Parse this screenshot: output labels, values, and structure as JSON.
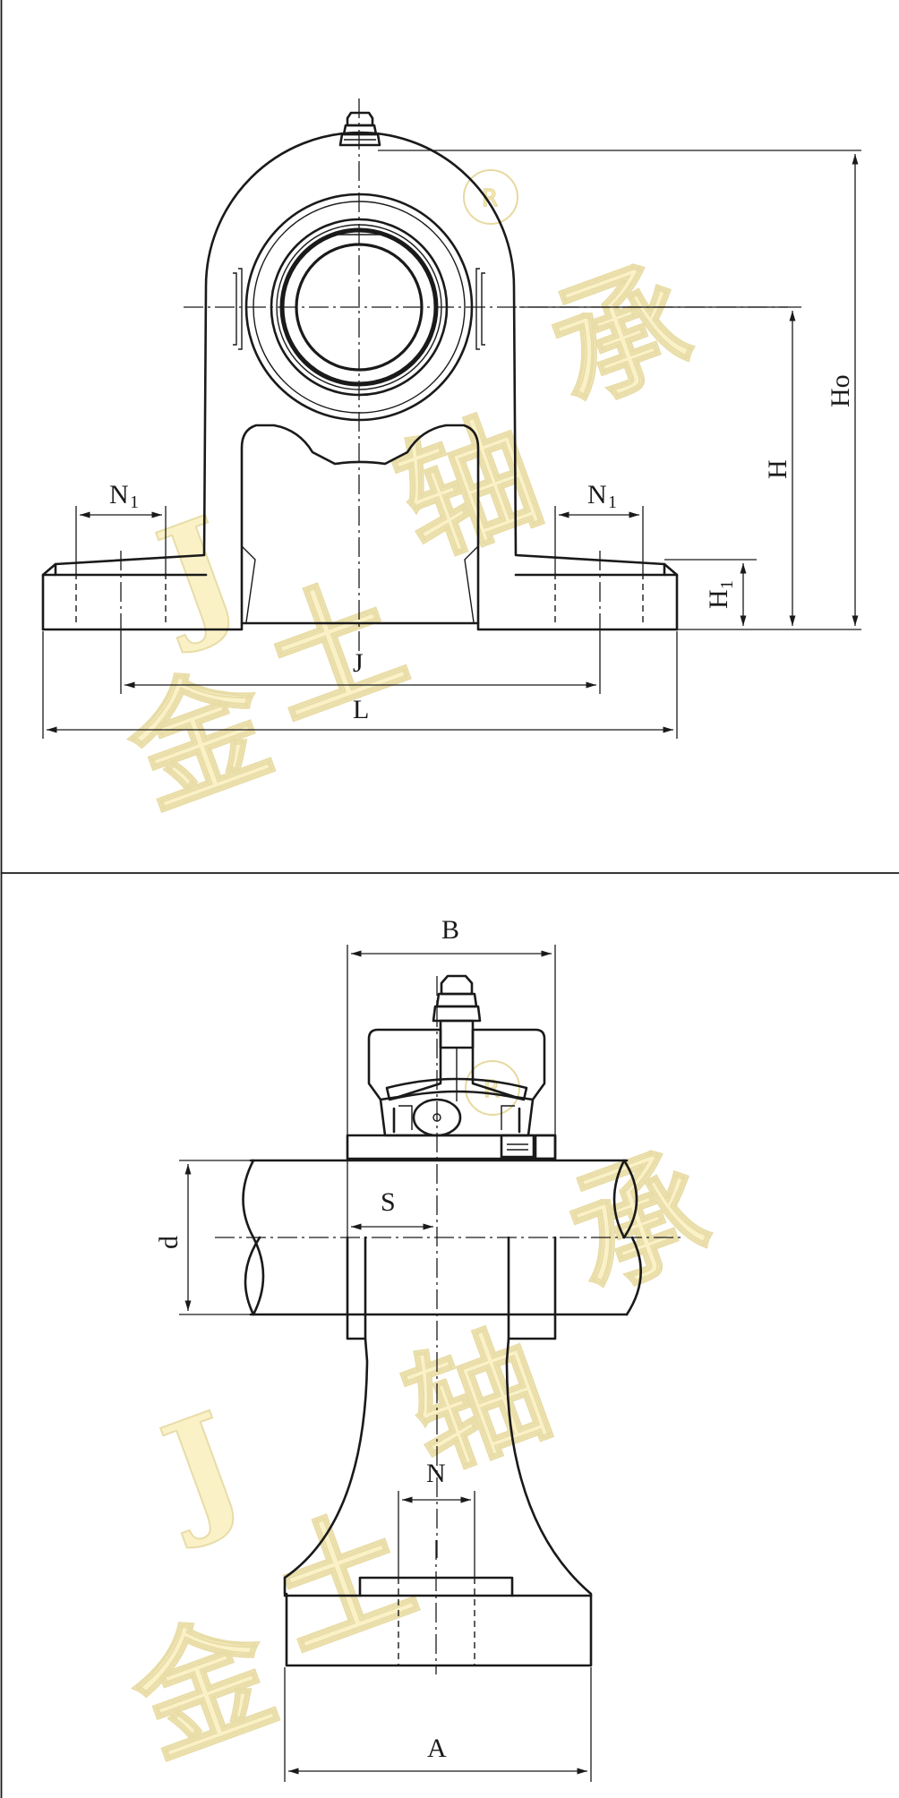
{
  "front_view": {
    "labels": {
      "N1_left": "N",
      "N1_right": "N",
      "N1_sub": "1",
      "H1": "H",
      "H1_sub": "1",
      "H": "H",
      "Ho": "Ho",
      "J": "J",
      "L": "L"
    }
  },
  "side_view": {
    "labels": {
      "B": "B",
      "S": "S",
      "d": "d",
      "N": "N",
      "A": "A"
    }
  },
  "watermark": {
    "glyphs": [
      "J",
      "金",
      "土",
      "轴",
      "承"
    ],
    "registered_mark": "R"
  },
  "colors": {
    "line": "#1a1a1a",
    "watermark_fill": "#f6e79a",
    "watermark_stroke": "#d7c060",
    "hatch": "#1a1a1a",
    "background": "#ffffff"
  }
}
